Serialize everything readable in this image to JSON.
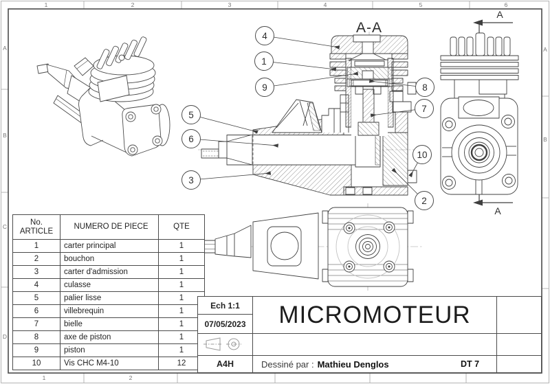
{
  "frame": {
    "top_refs": [
      "1",
      "2",
      "3",
      "4",
      "5",
      "6"
    ],
    "bottom_refs": [
      "1",
      "2"
    ],
    "left_refs": [
      "A",
      "B",
      "C",
      "D"
    ],
    "right_refs": [
      "A",
      "B"
    ]
  },
  "drawing": {
    "section_title": "A-A",
    "section_arrow_top": "A",
    "section_arrow_bottom": "A",
    "balloons": [
      {
        "num": "4"
      },
      {
        "num": "1"
      },
      {
        "num": "9"
      },
      {
        "num": "8"
      },
      {
        "num": "7"
      },
      {
        "num": "5"
      },
      {
        "num": "6"
      },
      {
        "num": "3"
      },
      {
        "num": "10"
      },
      {
        "num": "2"
      }
    ]
  },
  "bom": {
    "headers": {
      "no_line1": "No.",
      "no_line2": "ARTICLE",
      "name": "NUMERO DE PIECE",
      "qty": "QTE"
    },
    "rows": [
      {
        "no": "1",
        "name": "carter principal",
        "qty": "1"
      },
      {
        "no": "2",
        "name": "bouchon",
        "qty": "1"
      },
      {
        "no": "3",
        "name": "carter d'admission",
        "qty": "1"
      },
      {
        "no": "4",
        "name": "culasse",
        "qty": "1"
      },
      {
        "no": "5",
        "name": "palier lisse",
        "qty": "1"
      },
      {
        "no": "6",
        "name": "villebrequin",
        "qty": "1"
      },
      {
        "no": "7",
        "name": "bielle",
        "qty": "1"
      },
      {
        "no": "8",
        "name": "axe de piston",
        "qty": "1"
      },
      {
        "no": "9",
        "name": "piston",
        "qty": "1"
      },
      {
        "no": "10",
        "name": "Vis CHC M4-10",
        "qty": "12"
      }
    ]
  },
  "title_block": {
    "scale": "Ech 1:1",
    "date": "07/05/2023",
    "format": "A4H",
    "title": "MICROMOTEUR",
    "drawn_by_label": "Dessiné par :",
    "drawn_by_name": "Mathieu Denglos",
    "doc_ref": "DT 7"
  },
  "colors": {
    "line": "#3f3f3f",
    "light_line": "#b5b5b5",
    "paper": "#ffffff"
  }
}
